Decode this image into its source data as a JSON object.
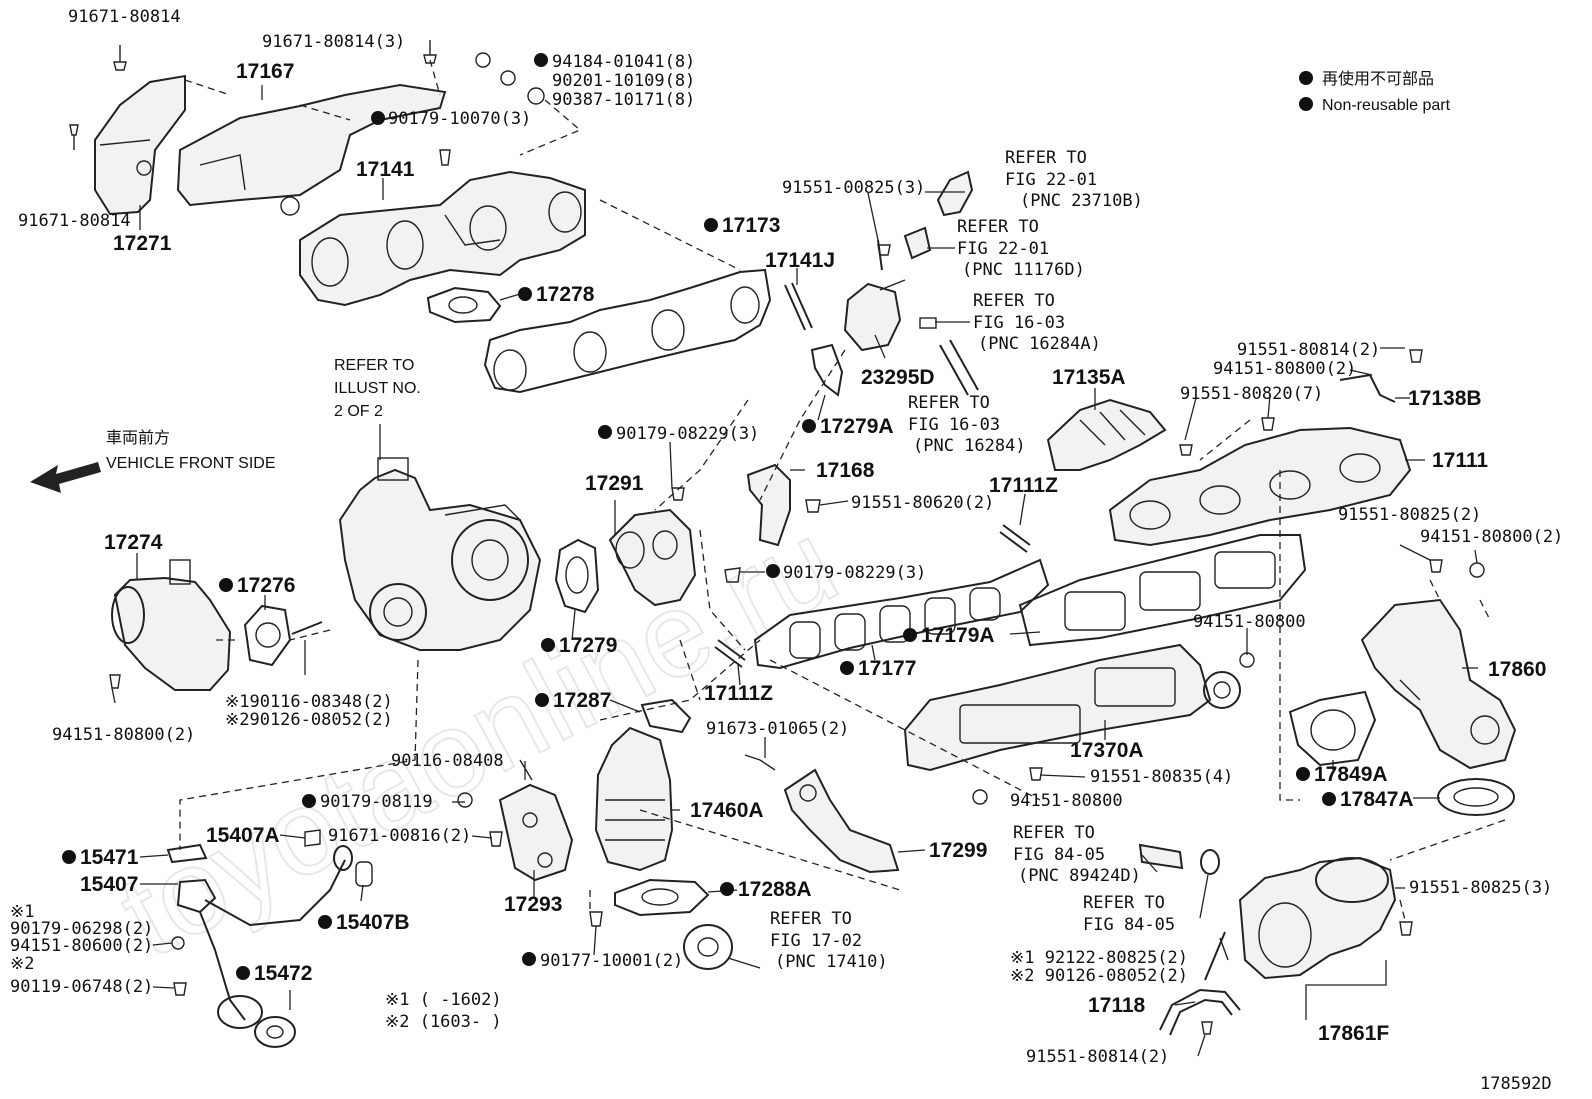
{
  "legend": {
    "jp": "再使用不可部品",
    "en": "Non-reusable part"
  },
  "direction": {
    "jp": "車両前方",
    "en": "VEHICLE FRONT SIDE"
  },
  "refer_illust": [
    "REFER TO",
    "ILLUST NO.",
    "2 OF 2"
  ],
  "refs": {
    "r1": [
      "REFER TO",
      "FIG 22-01",
      "(PNC 23710B)"
    ],
    "r2": [
      "REFER TO",
      "FIG 22-01",
      "(PNC 11176D)"
    ],
    "r3": [
      "REFER TO",
      "FIG 16-03",
      "(PNC 16284A)"
    ],
    "r4": [
      "REFER TO",
      "FIG 16-03",
      "(PNC 16284)"
    ],
    "r5": [
      "REFER TO",
      "FIG 84-05",
      "(PNC 89424D)"
    ],
    "r6": [
      "REFER TO",
      "FIG 84-05"
    ],
    "r7": [
      "REFER TO",
      "FIG 17-02",
      "(PNC 17410)"
    ]
  },
  "labels": {
    "p91671_80814_a": "91671-80814",
    "p91671_80814_3": "91671-80814(3)",
    "p94184": "94184-01041(8)",
    "p90201": "90201-10109(8)",
    "p90387": "90387-10171(8)",
    "p90179_10070": "90179-10070(3)",
    "p17167": "17167",
    "p17141": "17141",
    "p91671_80814_b": "91671-80814",
    "p17271": "17271",
    "p17173": "17173",
    "p17141J": "17141J",
    "p17278": "17278",
    "p91551_00825": "91551-00825(3)",
    "p23295D": "23295D",
    "p17279A": "17279A",
    "p17135A": "17135A",
    "p91551_80814_2": "91551-80814(2)",
    "p94151_80800_2a": "94151-80800(2)",
    "p91551_80820": "91551-80820(7)",
    "p17138B": "17138B",
    "p17111": "17111",
    "p90179_08229_3a": "90179-08229(3)",
    "p17291": "17291",
    "p17168": "17168",
    "p91551_80620": "91551-80620(2)",
    "p17111Z_a": "17111Z",
    "p91551_80825_2": "91551-80825(2)",
    "p94151_80800_2b": "94151-80800(2)",
    "p17274": "17274",
    "p17276": "17276",
    "p90179_08229_3b": "90179-08229(3)",
    "p17279": "17279",
    "p17179A": "17179A",
    "p94151_80800_a": "94151-80800",
    "p17860": "17860",
    "p17177": "17177",
    "p94151_80800_2c": "94151-80800(2)",
    "p190116": "※190116-08348(2)",
    "p290126": "※290126-08052(2)",
    "p17287": "17287",
    "p17111Z_b": "17111Z",
    "p91673": "91673-01065(2)",
    "p17370A": "17370A",
    "p17849A": "17849A",
    "p90116_08408": "90116-08408",
    "p91551_80835": "91551-80835(4)",
    "p17847A": "17847A",
    "p90179_08119": "90179-08119",
    "p94151_80800_b": "94151-80800",
    "p15407A": "15407A",
    "p91671_00816": "91671-00816(2)",
    "p17460A": "17460A",
    "p17299": "17299",
    "p15471": "15471",
    "p15407": "15407",
    "p17293": "17293",
    "p17288A": "17288A",
    "p91551_80825_3": "91551-80825(3)",
    "p15407B": "15407B",
    "p90179_06298": "90179-06298(2)",
    "p94151_80600": "94151-80600(2)",
    "p90119_06748": "90119-06748(2)",
    "p15472": "15472",
    "p90177_10001": "90177-10001(2)",
    "p92122": "※1 92122-80825(2)",
    "p90126_2": "※2 90126-08052(2)",
    "p17118": "17118",
    "p17861F": "17861F",
    "p91551_80814_2b": "91551-80814(2)",
    "mark1": "※1",
    "mark2": "※2",
    "range1": "※1 (        -1602)",
    "range2": "※2 (1603-        )",
    "fig_id": "178592D"
  },
  "watermark": "toyotaonline.ru"
}
